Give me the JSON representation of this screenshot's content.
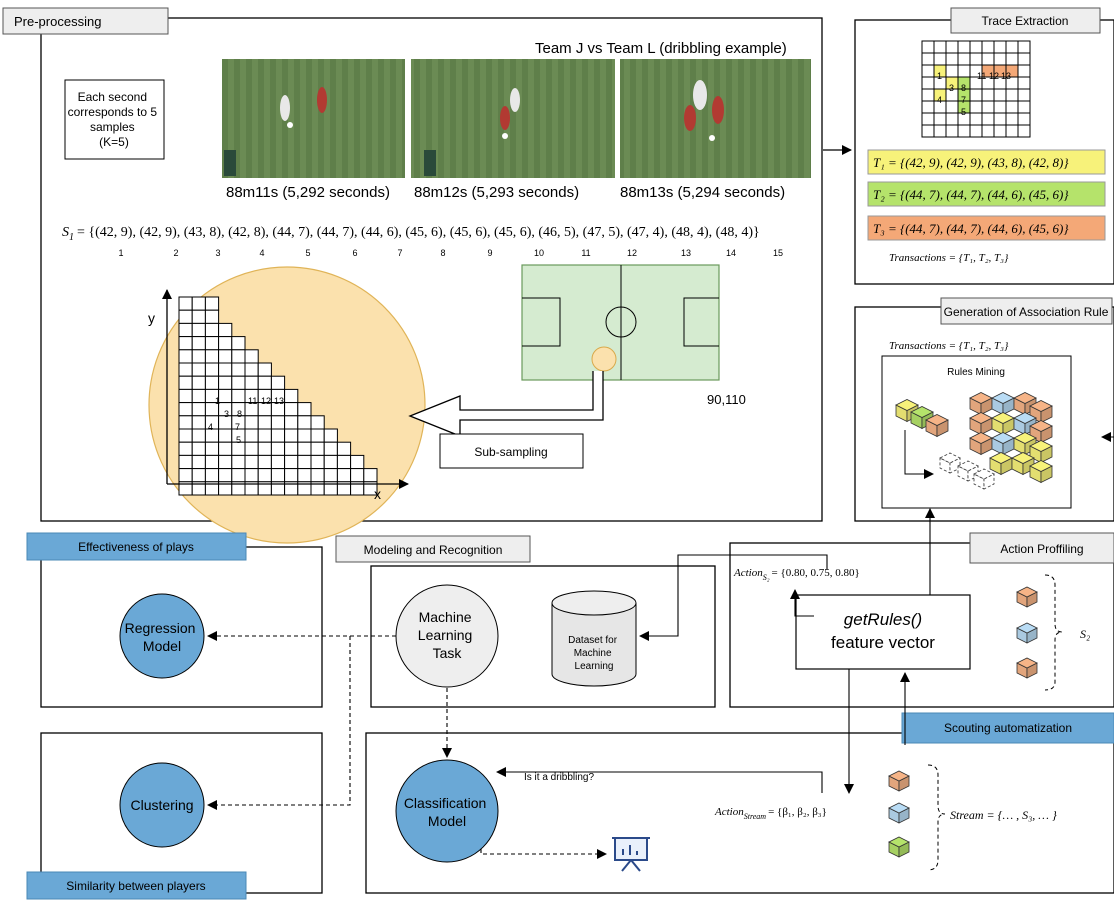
{
  "panels": {
    "preprocessing": "Pre-processing",
    "trace_extraction": "Trace Extraction",
    "generation_rule": "Generation of Association Rule",
    "rules_mining": "Rules Mining",
    "effectiveness": "Effectiveness of plays",
    "modeling": "Modeling and Recognition",
    "action_profiling": "Action Proffiling",
    "similarity": "Similarity between players",
    "scouting": "Scouting automatization"
  },
  "preprocessing": {
    "match_title": "Team J vs Team L (dribbling example)",
    "note_lines": [
      "Each second",
      "corresponds to 5",
      "samples",
      "(K=5)"
    ],
    "frames": [
      {
        "label": "88m11s (5,292 seconds)"
      },
      {
        "label": "88m12s (5,293 seconds)"
      },
      {
        "label": "88m13s (5,294 seconds)"
      }
    ],
    "sequence_label": "S",
    "sequence_subscript": "1",
    "sequence_text": "= {(42, 9), (42, 9), (43, 8), (42, 8), (44, 7), (44, 7), (44, 6), (45, 6), (45, 6), (45, 6), (46, 5), (47, 5), (47, 4), (48, 4), (48, 4)}",
    "indices": [
      "1",
      "2",
      "3",
      "4",
      "5",
      "6",
      "7",
      "8",
      "9",
      "10",
      "11",
      "12",
      "13",
      "14",
      "15"
    ],
    "axis_y": "y",
    "axis_x": "x",
    "grid_numbers": [
      "1",
      "11",
      "12",
      "13",
      "3",
      "8",
      "4",
      "7",
      "5"
    ],
    "subsampling": "Sub-sampling",
    "field_dims": "90,110"
  },
  "trace": {
    "grid_numbers": [
      "1",
      "11",
      "12",
      "13",
      "3",
      "8",
      "4",
      "7",
      "5"
    ],
    "t1": "T₁ = {(42, 9), (42, 9), (43, 8), (42, 8)}",
    "t2": "T₂ = {(44, 7), (44, 7), (44, 6), (45, 6)}",
    "t3": "T₃ = {(44, 7), (44, 7), (44, 6), (45, 6)}",
    "transactions": "Transactions = {T₁, T₂, T₃}",
    "colors": {
      "t1": "#f7f27a",
      "t2": "#b5e36b",
      "t3": "#f4a877"
    }
  },
  "generation": {
    "transactions": "Transactions = {T₁, T₂, T₃}"
  },
  "modeling": {
    "ml_task": [
      "Machine",
      "Learning",
      "Task"
    ],
    "dataset": [
      "Dataset for",
      "Machine",
      "Learning"
    ]
  },
  "action": {
    "action_s2": "Action",
    "action_s2_sub": "S₂",
    "action_s2_values": "= {0.80, 0.75, 0.80}",
    "getrules": "getRules()",
    "feature_vector": "feature vector",
    "s2": "S₂"
  },
  "effectiveness": {
    "regression": [
      "Regression",
      "Model"
    ]
  },
  "similarity": {
    "clustering": "Clustering"
  },
  "scouting": {
    "classification": [
      "Classification",
      "Model"
    ],
    "question": "Is it a dribbling?",
    "action_stream": "Action",
    "action_stream_sub": "Stream",
    "action_stream_values": "= {β₁, β₂, β₃}",
    "stream": "Stream = {… , S₃, … }"
  }
}
